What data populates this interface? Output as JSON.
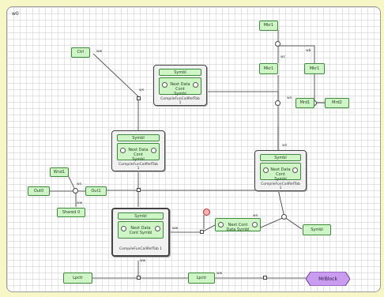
{
  "diagram": {
    "corner_label": "w0",
    "nodes": {
      "top_left_input": "Ctrl",
      "mid_left_a": "Wnd1",
      "mid_left_b": "Out0",
      "mid_left_c": "Out1",
      "mid_left_d": "Shared 0",
      "bottom_left": "Lpctr",
      "bottom_mid": "Lpctr",
      "right_top": "Mkr1",
      "right_mid_a": "Mkr1",
      "right_mid_b": "Mkr1",
      "right_mid_c": "Mrd1",
      "right_far": "Mrd2",
      "right_lower": "Symbl",
      "terminal": "MrBlock"
    },
    "blocks": [
      {
        "title": "Symbl",
        "body": "Next Data Cont Symbl",
        "foot": "CompileFunCallRefTab 1"
      },
      {
        "title": "Symbl",
        "body": "Next Data Cont Symbl",
        "foot": "CompileFunCallRefTab 1"
      },
      {
        "title": "Symbl",
        "body": "Next Data Cont Symbl",
        "foot": "CompileFunCallRefTab 1"
      },
      {
        "title": "Symbl",
        "body": "Next Data Cont Symbl",
        "foot": "CompileFunCallRefTab 1"
      }
    ],
    "wide_node": "Next Cont Data Symbl",
    "wire_labels": {
      "a": "ww",
      "b": "wn",
      "c": "wc",
      "d": "wn",
      "e": "wb",
      "f": "wn",
      "g": "wn",
      "h": "ww",
      "i": "ww",
      "j": "wn",
      "k": "ww",
      "l": "ww"
    }
  }
}
